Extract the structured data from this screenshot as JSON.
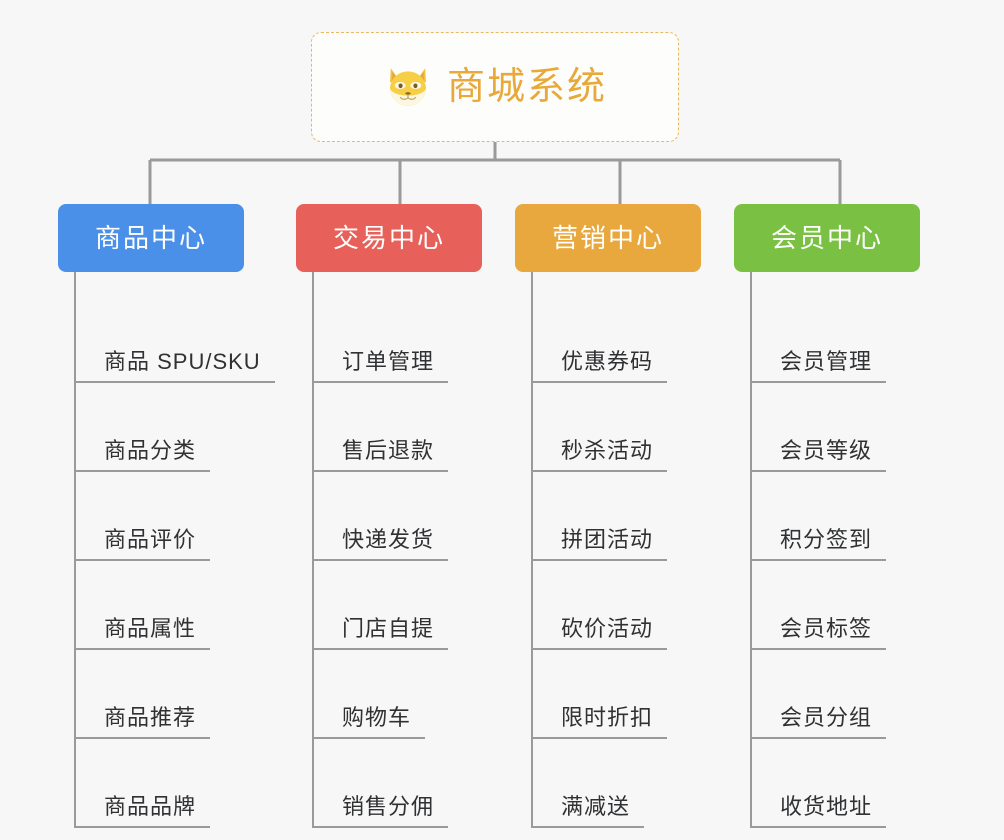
{
  "page": {
    "background_color": "#f7f7f7",
    "line_color": "#9a9a9a"
  },
  "root": {
    "title": "商城系统",
    "icon": "shiba-dog-face-icon",
    "text_color": "#e8a93a",
    "border_color": "#e8b860",
    "background_color": "#fdfdfb"
  },
  "branches": [
    {
      "label": "商品中心",
      "color": "#4a90e8",
      "items": [
        {
          "label": "商品 SPU/SKU"
        },
        {
          "label": "商品分类"
        },
        {
          "label": "商品评价"
        },
        {
          "label": "商品属性"
        },
        {
          "label": "商品推荐"
        },
        {
          "label": "商品品牌"
        }
      ]
    },
    {
      "label": "交易中心",
      "color": "#e8605a",
      "items": [
        {
          "label": "订单管理"
        },
        {
          "label": "售后退款"
        },
        {
          "label": "快递发货"
        },
        {
          "label": "门店自提"
        },
        {
          "label": "购物车"
        },
        {
          "label": "销售分佣"
        }
      ]
    },
    {
      "label": "营销中心",
      "color": "#e8a83d",
      "items": [
        {
          "label": "优惠券码"
        },
        {
          "label": "秒杀活动"
        },
        {
          "label": "拼团活动"
        },
        {
          "label": "砍价活动"
        },
        {
          "label": "限时折扣"
        },
        {
          "label": "满减送"
        }
      ]
    },
    {
      "label": "会员中心",
      "color": "#7ac143",
      "items": [
        {
          "label": "会员管理"
        },
        {
          "label": "会员等级"
        },
        {
          "label": "积分签到"
        },
        {
          "label": "会员标签"
        },
        {
          "label": "会员分组"
        },
        {
          "label": "收货地址"
        }
      ]
    }
  ]
}
